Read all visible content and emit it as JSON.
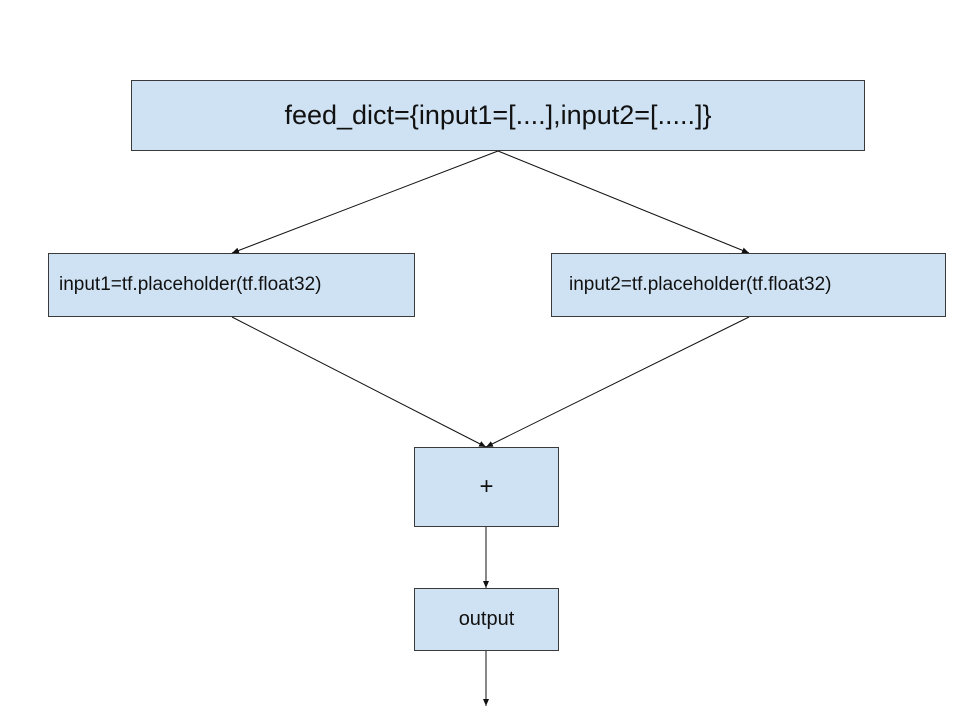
{
  "diagram": {
    "colors": {
      "node_fill": "#cfe2f3",
      "node_border": "#3a3a3a",
      "edge": "#111111",
      "background": "#ffffff"
    },
    "nodes": {
      "feed": "feed_dict={input1=[....],input2=[.....]}",
      "input1": "input1=tf.placeholder(tf.float32)",
      "input2": "input2=tf.placeholder(tf.float32)",
      "add": "+",
      "output": "output"
    },
    "edges": [
      {
        "from": "feed",
        "to": "input1"
      },
      {
        "from": "feed",
        "to": "input2"
      },
      {
        "from": "input1",
        "to": "add"
      },
      {
        "from": "input2",
        "to": "add"
      },
      {
        "from": "add",
        "to": "output"
      },
      {
        "from": "output",
        "to": ""
      }
    ]
  }
}
